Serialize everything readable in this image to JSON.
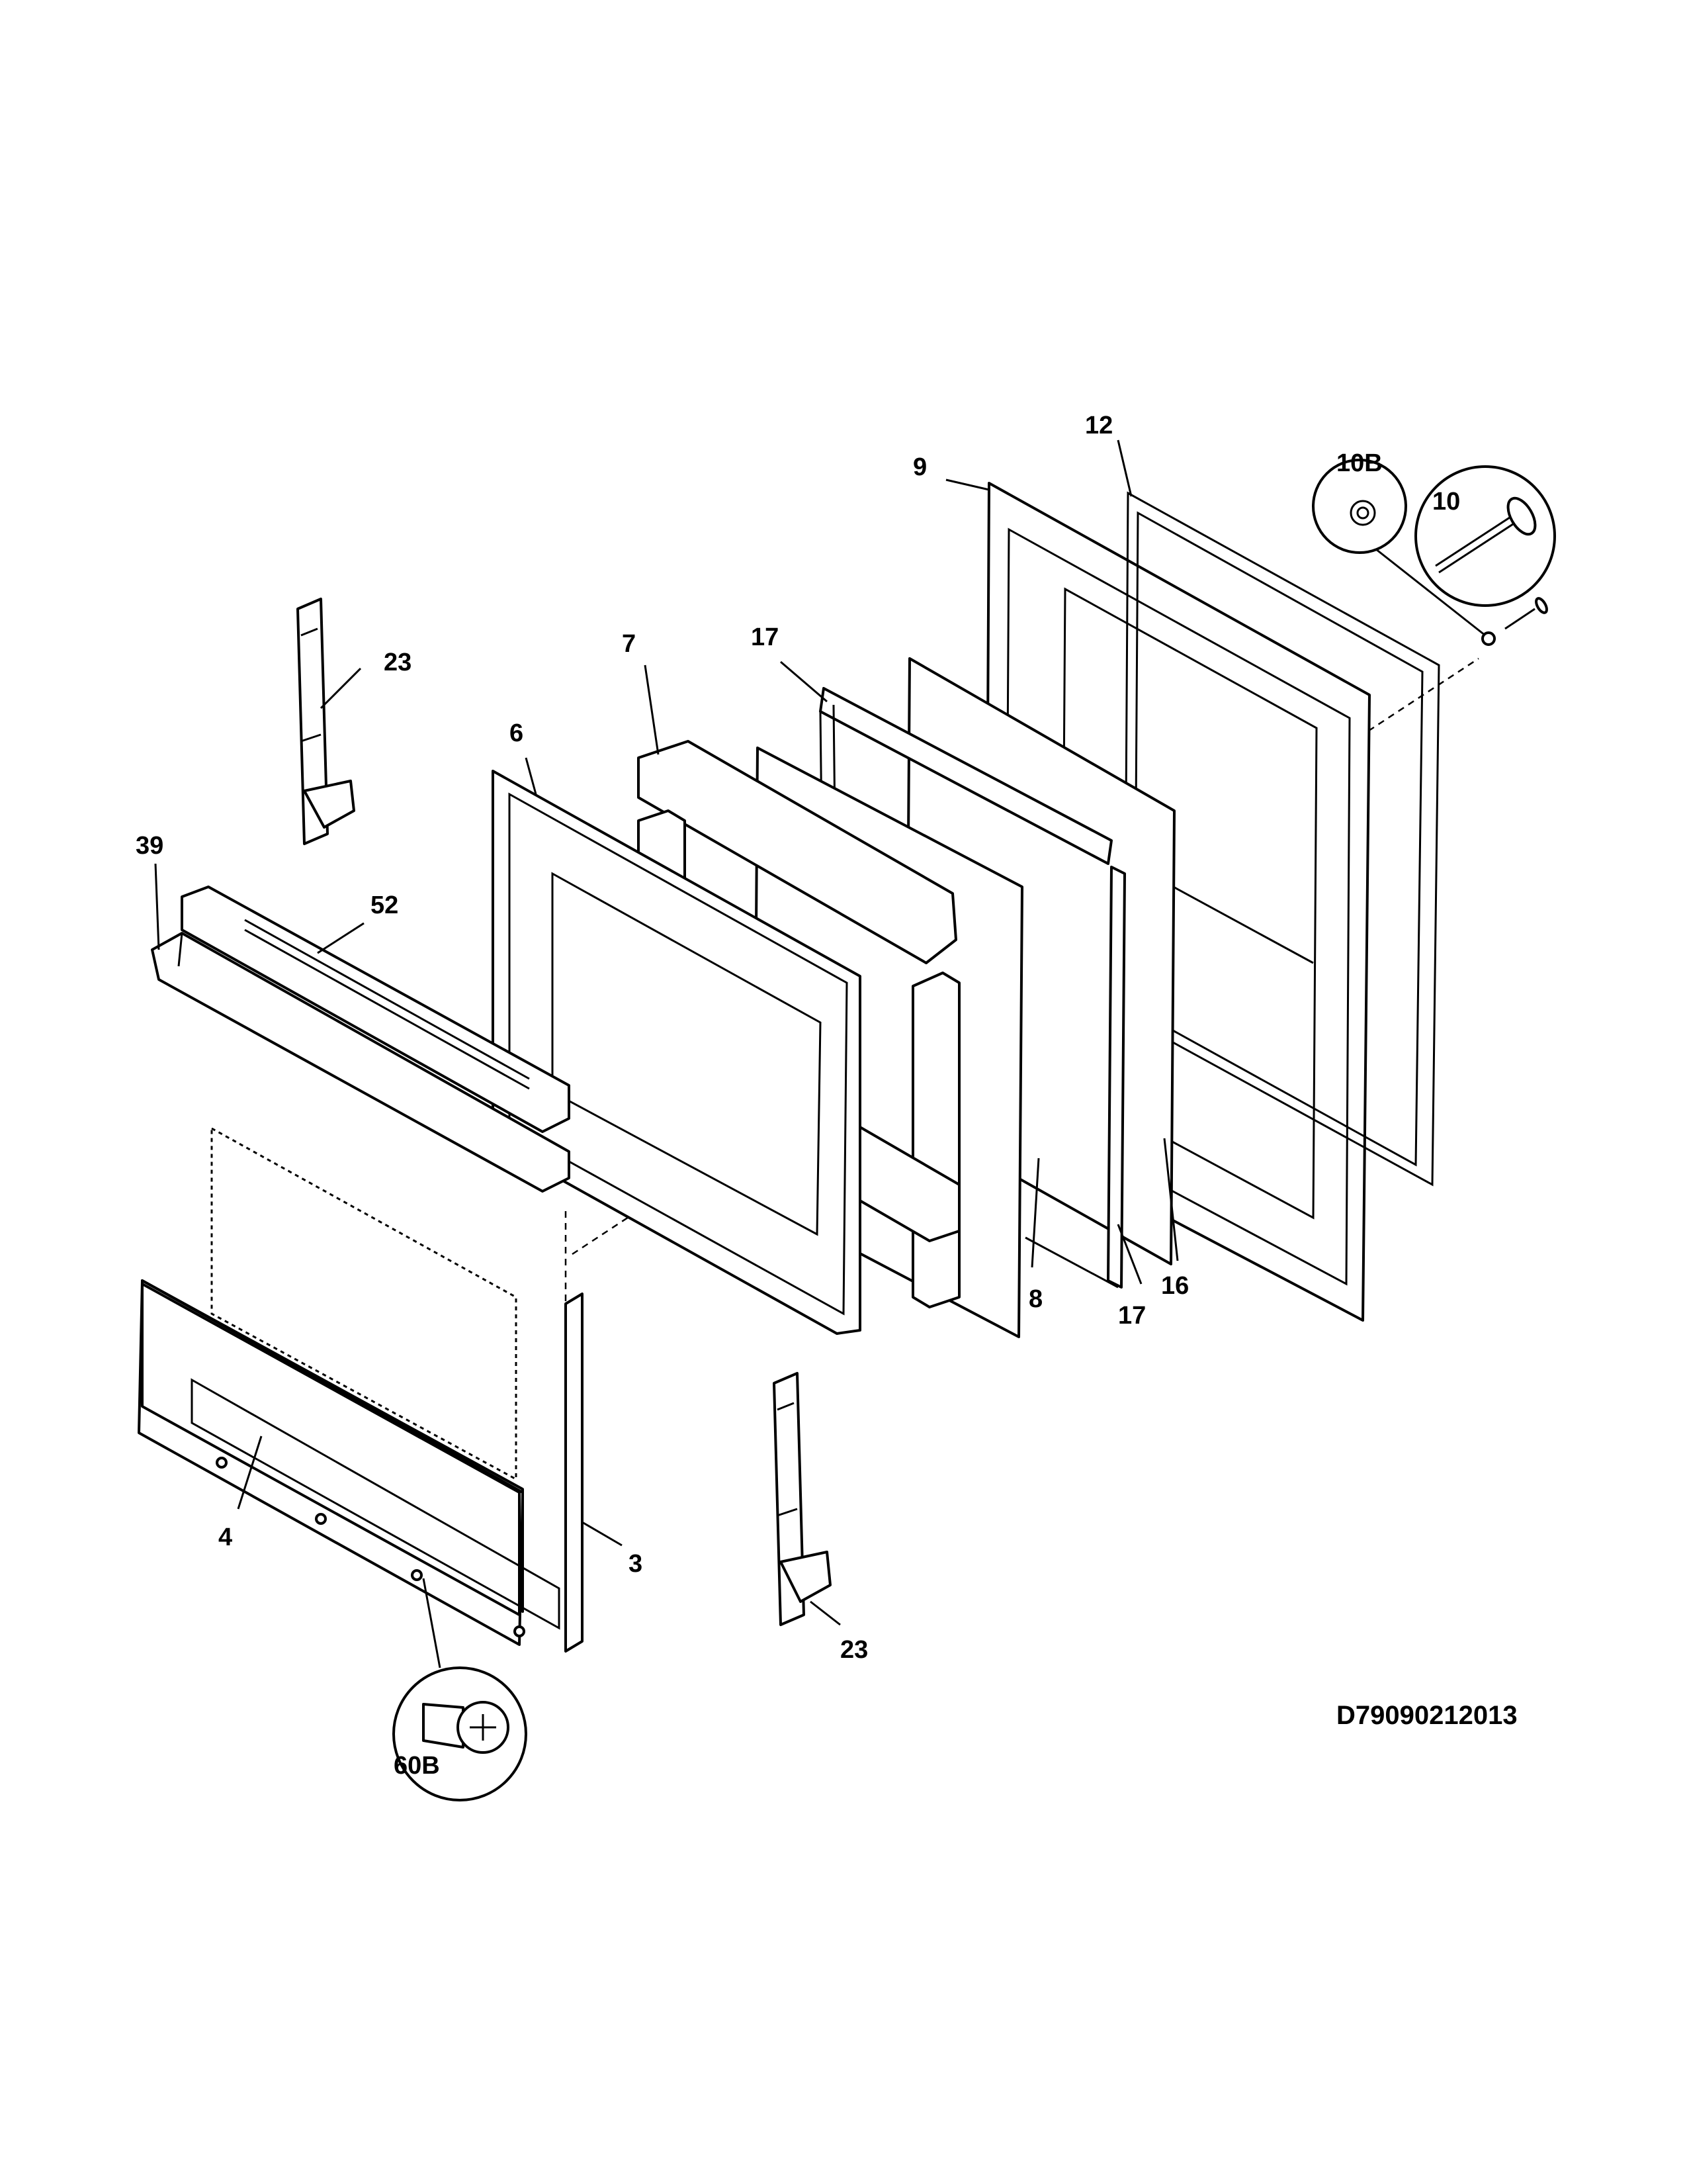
{
  "diagram": {
    "callouts": {
      "p3": "3",
      "p4": "4",
      "p6": "6",
      "p7": "7",
      "p8": "8",
      "p9": "9",
      "p10": "10",
      "p10b": "10B",
      "p12": "12",
      "p16": "16",
      "p17a": "17",
      "p17b": "17",
      "p23a": "23",
      "p23b": "23",
      "p39": "39",
      "p52": "52",
      "p60b": "60B"
    },
    "drawing_code": "D79090212013"
  },
  "colors": {
    "line": "#000000",
    "background": "#ffffff"
  }
}
